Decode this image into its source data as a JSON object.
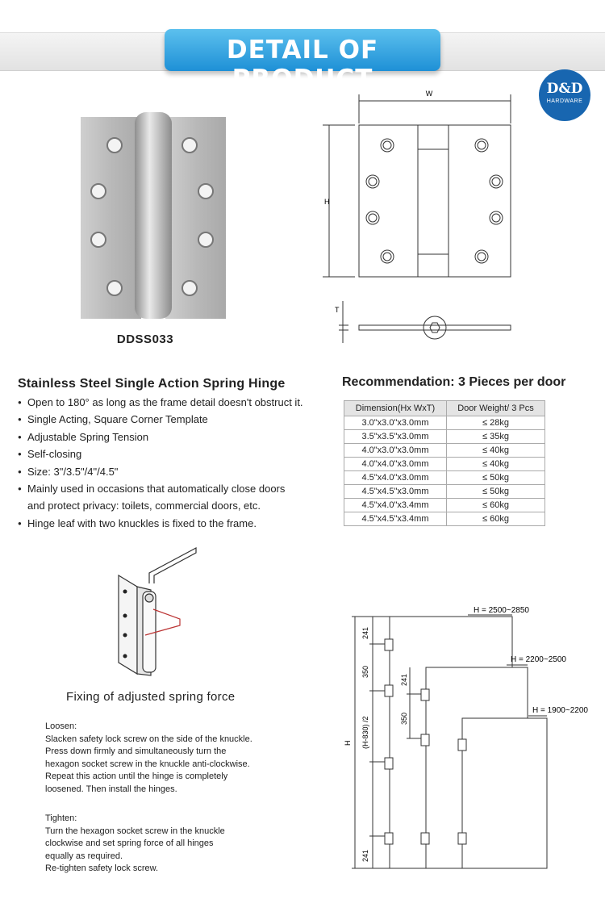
{
  "banner": {
    "title": "DETAIL OF PRODUCT"
  },
  "logo": {
    "brand": "D&D",
    "sub": "HARDWARE"
  },
  "product": {
    "model": "DDSS033",
    "title": "Stainless Steel Single Action Spring Hinge"
  },
  "features": [
    "Open to 180° as long as the frame detail doesn't obstruct it.",
    "Single Acting, Square Corner Template",
    "Adjustable Spring Tension",
    "Self-closing",
    "Size: 3\"/3.5\"/4\"/4.5\"",
    "Mainly used in occasions that automatically close doors",
    "Hinge leaf with two knuckles is fixed to the frame."
  ],
  "features_cont": "and protect privacy: toilets, commercial doors, etc.",
  "drawing": {
    "w": "W",
    "h": "H",
    "t": "T"
  },
  "recommendation": {
    "title": "Recommendation: 3 Pieces per door",
    "headers": [
      "Dimension(Hx WxT)",
      "Door Weight/ 3 Pcs"
    ],
    "rows": [
      [
        "3.0\"x3.0\"x3.0mm",
        "≤ 28kg"
      ],
      [
        "3.5\"x3.5\"x3.0mm",
        "≤ 35kg"
      ],
      [
        "4.0\"x3.0\"x3.0mm",
        "≤ 40kg"
      ],
      [
        "4.0\"x4.0\"x3.0mm",
        "≤ 40kg"
      ],
      [
        "4.5\"x4.0\"x3.0mm",
        "≤ 50kg"
      ],
      [
        "4.5\"x4.5\"x3.0mm",
        "≤ 50kg"
      ],
      [
        "4.5\"x4.0\"x3.4mm",
        "≤ 60kg"
      ],
      [
        "4.5\"x4.5\"x3.4mm",
        "≤ 60kg"
      ]
    ]
  },
  "fixing": {
    "caption": "Fixing of adjusted spring force"
  },
  "loosen": {
    "heading": "Loosen:",
    "lines": [
      "Slacken safety lock screw on the side of the knuckle.",
      "Press down firmly and simultaneously turn the",
      "hexagon socket screw in the knuckle anti-clockwise.",
      "Repeat this action until the hinge is completely",
      "loosened. Then install the hinges."
    ]
  },
  "tighten": {
    "heading": "Tighten:",
    "lines": [
      "Turn the hexagon socket screw in the knuckle",
      "clockwise and set spring force of all hinges",
      "equally as required.",
      "Re-tighten safety lock screw."
    ]
  },
  "door_diagram": {
    "labels": [
      "H = 2500~2850",
      "H = 2200~2500",
      "H = 1900~2200"
    ],
    "dims": {
      "top": "241",
      "mid": "350",
      "formula": "(H-830) /2",
      "h": "H",
      "top2": "241",
      "mid2": "350",
      "bottom": "241"
    }
  }
}
